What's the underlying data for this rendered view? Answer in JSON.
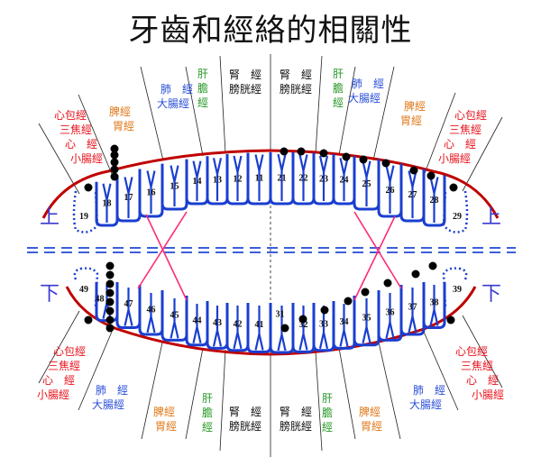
{
  "title": "牙齒和經絡的相關性",
  "jaw_labels": {
    "upper": "上",
    "lower": "下"
  },
  "colors": {
    "heart": "#e8141e",
    "spleen": "#e07a1c",
    "lung": "#2a4fd8",
    "liver": "#2a9a2a",
    "kidney": "#111111",
    "teeth": "#1a3fd0",
    "gum": "#c00000",
    "cross": "#ff2a7a"
  },
  "upper_teeth_left": [
    "19",
    "18",
    "17",
    "16",
    "15",
    "14",
    "13",
    "12",
    "11"
  ],
  "upper_teeth_right": [
    "21",
    "22",
    "23",
    "24",
    "25",
    "26",
    "27",
    "28",
    "29"
  ],
  "lower_teeth_left": [
    "49",
    "48",
    "47",
    "46",
    "45",
    "44",
    "43",
    "42",
    "41"
  ],
  "lower_teeth_right": [
    "31",
    "32",
    "33",
    "34",
    "35",
    "36",
    "37",
    "38",
    "39"
  ],
  "meridians": {
    "heart": [
      "心包經",
      "三焦經",
      "心　經",
      "小腸經"
    ],
    "spleen": [
      "脾經",
      "胃經"
    ],
    "lung": [
      "肺　經",
      "大腸經"
    ],
    "liver": [
      "肝",
      "膽",
      "經"
    ],
    "kidney": [
      "腎　經",
      "膀胱經"
    ]
  }
}
